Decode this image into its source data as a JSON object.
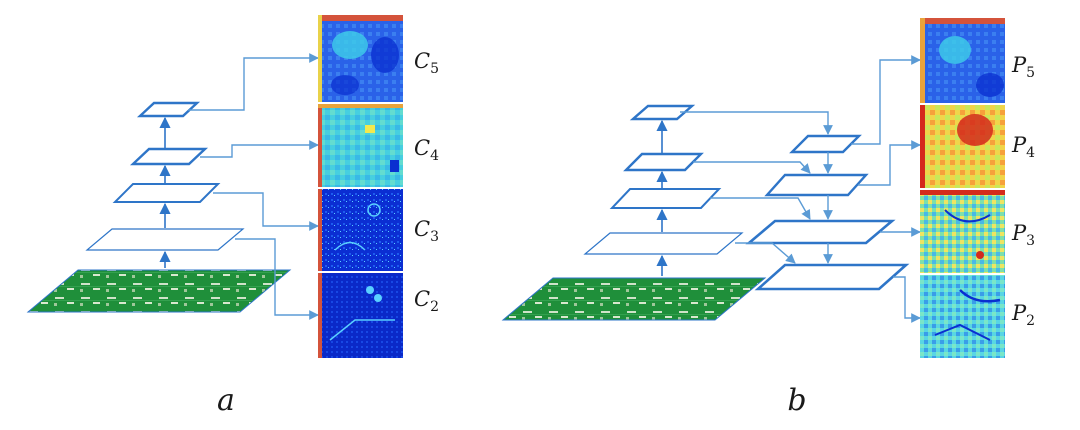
{
  "panel_a": {
    "label": "a",
    "maps": [
      {
        "letter": "C",
        "index": "5"
      },
      {
        "letter": "C",
        "index": "4"
      },
      {
        "letter": "C",
        "index": "3"
      },
      {
        "letter": "C",
        "index": "2"
      }
    ]
  },
  "panel_b": {
    "label": "b",
    "maps": [
      {
        "letter": "P",
        "index": "5"
      },
      {
        "letter": "P",
        "index": "4"
      },
      {
        "letter": "P",
        "index": "3"
      },
      {
        "letter": "P",
        "index": "2"
      }
    ]
  },
  "colors": {
    "pyramid_blue": "#2e75c8",
    "connector_blue": "#5b9bd5",
    "pcb_green": "#1f8f3a",
    "map_dark_blue": "#0a2fd0",
    "map_cyan": "#3fd0e8",
    "map_red": "#d42a1c",
    "map_yellow": "#f2e94e"
  }
}
